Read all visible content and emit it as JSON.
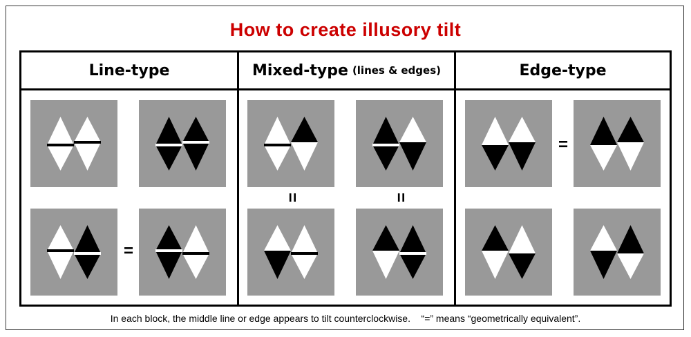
{
  "title": "How to create illusory tilt",
  "columns": [
    {
      "label": "Line-type",
      "sub": ""
    },
    {
      "label": "Mixed-type",
      "sub": "(lines & edges)"
    },
    {
      "label": "Edge-type",
      "sub": ""
    }
  ],
  "equals_sign": "=",
  "caption": "In each block, the middle line or edge appears to tilt counterclockwise.    “=” means “geometrically equivalent”.",
  "colors": {
    "title": "#cc0000",
    "tile_bg": "#999999",
    "black": "#000000",
    "white": "#ffffff"
  },
  "tiles": [
    {
      "block": "line",
      "pos": "top-left",
      "left": {
        "top": "white",
        "bottom": "white",
        "line": "black",
        "step": "low"
      },
      "right": {
        "top": "white",
        "bottom": "white",
        "line": "black",
        "step": "high"
      }
    },
    {
      "block": "line",
      "pos": "top-right",
      "left": {
        "top": "black",
        "bottom": "black",
        "line": "white",
        "step": "low"
      },
      "right": {
        "top": "black",
        "bottom": "black",
        "line": "white",
        "step": "high"
      }
    },
    {
      "block": "line",
      "pos": "bottom-left",
      "left": {
        "top": "white",
        "bottom": "white",
        "line": "black",
        "step": "high"
      },
      "right": {
        "top": "black",
        "bottom": "black",
        "line": "white",
        "step": "low"
      }
    },
    {
      "block": "line",
      "pos": "bottom-right",
      "left": {
        "top": "black",
        "bottom": "black",
        "line": "white",
        "step": "high"
      },
      "right": {
        "top": "white",
        "bottom": "white",
        "line": "black",
        "step": "low"
      }
    },
    {
      "block": "mixed",
      "pos": "top-left",
      "left": {
        "top": "white",
        "bottom": "white",
        "line": "black",
        "step": "low"
      },
      "right": {
        "top": "black",
        "bottom": "white",
        "line": null,
        "step": "high"
      }
    },
    {
      "block": "mixed",
      "pos": "top-right",
      "left": {
        "top": "black",
        "bottom": "black",
        "line": "white",
        "step": "low"
      },
      "right": {
        "top": "white",
        "bottom": "black",
        "line": null,
        "step": "high"
      }
    },
    {
      "block": "mixed",
      "pos": "bottom-left",
      "left": {
        "top": "white",
        "bottom": "black",
        "line": null,
        "step": "high"
      },
      "right": {
        "top": "white",
        "bottom": "white",
        "line": "black",
        "step": "low"
      }
    },
    {
      "block": "mixed",
      "pos": "bottom-right",
      "left": {
        "top": "black",
        "bottom": "white",
        "line": null,
        "step": "high"
      },
      "right": {
        "top": "black",
        "bottom": "black",
        "line": "white",
        "step": "low"
      }
    },
    {
      "block": "edge",
      "pos": "top-left",
      "left": {
        "top": "white",
        "bottom": "black",
        "line": null,
        "step": "low"
      },
      "right": {
        "top": "white",
        "bottom": "black",
        "line": null,
        "step": "high"
      }
    },
    {
      "block": "edge",
      "pos": "top-right",
      "left": {
        "top": "black",
        "bottom": "white",
        "line": null,
        "step": "low"
      },
      "right": {
        "top": "black",
        "bottom": "white",
        "line": null,
        "step": "high"
      }
    },
    {
      "block": "edge",
      "pos": "bottom-left",
      "left": {
        "top": "black",
        "bottom": "white",
        "line": null,
        "step": "high"
      },
      "right": {
        "top": "white",
        "bottom": "black",
        "line": null,
        "step": "low"
      }
    },
    {
      "block": "edge",
      "pos": "bottom-right",
      "left": {
        "top": "white",
        "bottom": "black",
        "line": null,
        "step": "high"
      },
      "right": {
        "top": "black",
        "bottom": "white",
        "line": null,
        "step": "low"
      }
    }
  ]
}
